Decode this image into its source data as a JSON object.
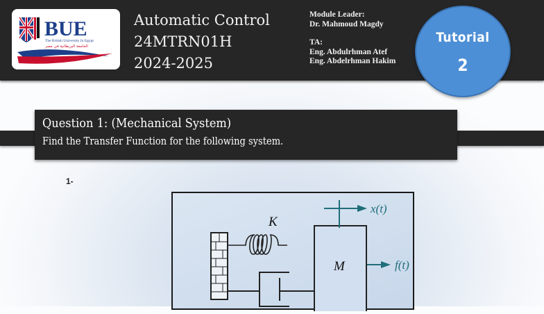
{
  "header": {
    "logo": {
      "text": "BUE",
      "subtitle": "The British University In Egypt",
      "arabic": "الجامعة البريطانية في مصر"
    },
    "course": {
      "name": "Automatic Control",
      "code": "24MTRN01H",
      "year": "2024-2025"
    },
    "staff": {
      "leader_label": "Module Leader:",
      "leader": "Dr. Mahmoud Magdy",
      "ta_label": "TA:",
      "ta": [
        "Eng. Abdulrhman Atef",
        "Eng. Abdelrhman Hakim"
      ]
    },
    "badge": {
      "label": "Tutorial",
      "number": "2",
      "color": "#4d8fd6"
    }
  },
  "question": {
    "title": "Question 1: (Mechanical System)",
    "subtitle": "Find the Transfer Function for the following system.",
    "item_number": "1-"
  },
  "figure": {
    "spring_label": "K",
    "mass_label": "M",
    "displacement_label": "x(t)",
    "force_label": "f(t)",
    "arrow_color": "#1f6e7a"
  }
}
